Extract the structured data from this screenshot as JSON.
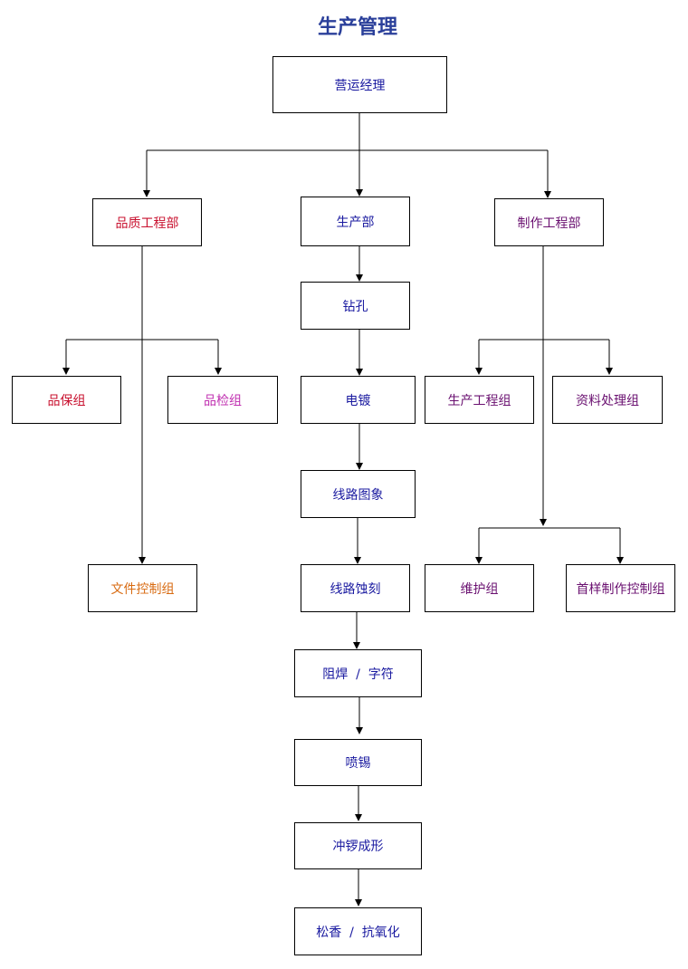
{
  "title": "生产管理",
  "colors": {
    "title": "#2a3f9a",
    "blue": "#1a1aa0",
    "red": "#c8102e",
    "magenta": "#c030b0",
    "purple": "#6a1070",
    "orange": "#d86a10"
  },
  "nodes": {
    "manager": "营运经理",
    "quality_dept": "品质工程部",
    "production_dept": "生产部",
    "engineering_dept": "制作工程部",
    "drilling": "钻孔",
    "qa_group": "品保组",
    "inspection_group": "品检组",
    "plating": "电镀",
    "production_eng_group": "生产工程组",
    "data_processing_group": "资料处理组",
    "line_image": "线路图象",
    "document_control_group": "文件控制组",
    "line_etching": "线路蚀刻",
    "maintenance_group": "维护组",
    "first_article_group": "首样制作控制组",
    "solder_mask": "阻焊  /  字符",
    "hasl": "喷锡",
    "routing": "冲锣成形",
    "osp": "松香  /  抗氧化"
  }
}
